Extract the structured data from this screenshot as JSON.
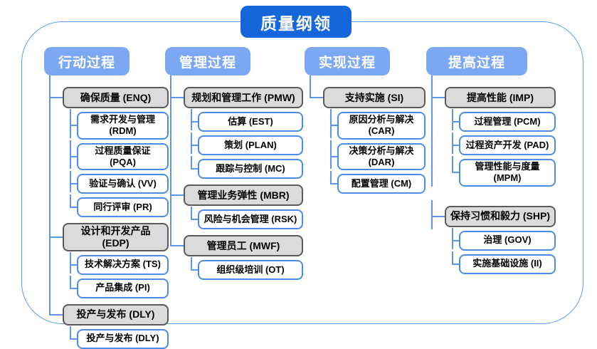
{
  "title": "质量纲领",
  "colors": {
    "title_bg": "#1565db",
    "header_bg": "#7ca7f2",
    "line": "#5c96ed",
    "node_border": "#4a8de9",
    "group_bg": "#dbdbdb",
    "group_border": "#5a5a5a",
    "frame_border": "#5c9cf0"
  },
  "columns": [
    {
      "header": "行动过程",
      "groups": [
        {
          "label": "确保质量 (ENQ)",
          "children": [
            "需求开发与管理 (RDM)",
            "过程质量保证 (PQA)",
            "验证与确认 (VV)",
            "同行评审 (PR)"
          ]
        },
        {
          "label": "设计和开发产品 (EDP)",
          "children": [
            "技术解决方案 (TS)",
            "产品集成 (PI)"
          ]
        },
        {
          "label": "投产与发布 (DLY)",
          "children": [
            "投产与发布 (DLY)"
          ]
        }
      ]
    },
    {
      "header": "管理过程",
      "groups": [
        {
          "label": "规划和管理工作 (PMW)",
          "children": [
            "估算 (EST)",
            "策划 (PLAN)",
            "跟踪与控制 (MC)"
          ]
        },
        {
          "label": "管理业务弹性 (MBR)",
          "children": [
            "风险与机会管理 (RSK)"
          ]
        },
        {
          "label": "管理员工 (MWF)",
          "children": [
            "组织级培训 (OT)"
          ]
        }
      ]
    },
    {
      "header": "实现过程",
      "groups": [
        {
          "label": "支持实施 (SI)",
          "children": [
            "原因分析与解决 (CAR)",
            "决策分析与解决 (DAR)",
            "配置管理 (CM)"
          ]
        }
      ]
    },
    {
      "header": "提高过程",
      "groups": [
        {
          "label": "提高性能 (IMP)",
          "children": [
            "过程管理 (PCM)",
            "过程资产开发 (PAD)",
            "管理性能与度量\n(MPM)"
          ]
        },
        {
          "label": "保持习惯和毅力 (SHP)",
          "children": [
            "治理 (GOV)",
            "实施基础设施 (II)"
          ]
        }
      ]
    }
  ]
}
